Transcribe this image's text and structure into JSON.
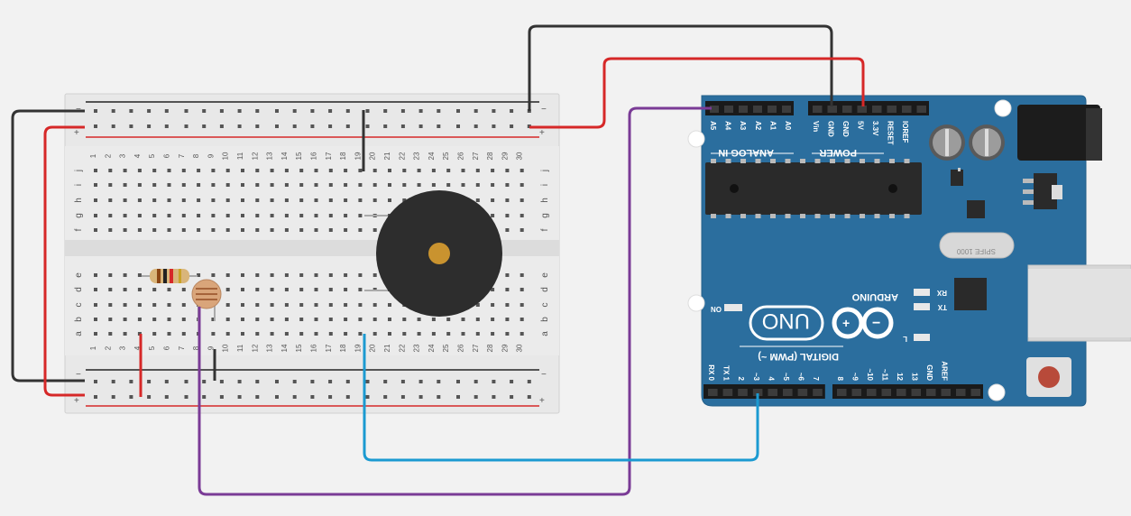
{
  "breadboard": {
    "columns": [
      "1",
      "2",
      "3",
      "4",
      "5",
      "6",
      "7",
      "8",
      "9",
      "10",
      "11",
      "12",
      "13",
      "14",
      "15",
      "16",
      "17",
      "18",
      "19",
      "20",
      "21",
      "22",
      "23",
      "24",
      "25",
      "26",
      "27",
      "28",
      "29",
      "30"
    ],
    "rows_top": [
      "j",
      "i",
      "h",
      "g",
      "f"
    ],
    "rows_bottom": [
      "e",
      "d",
      "c",
      "b",
      "a"
    ],
    "rail_minus": "−",
    "rail_plus": "+"
  },
  "arduino": {
    "board": "UNO",
    "brand": "ARDUINO",
    "analog_header": "ANALOG IN",
    "power_header": "POWER",
    "digital_header": "DIGITAL (PWM ~)",
    "analog_pins": [
      "A5",
      "A4",
      "A3",
      "A2",
      "A1",
      "A0"
    ],
    "power_pins": [
      "Vin",
      "GND",
      "GND",
      "5V",
      "3.3V",
      "RESET",
      "IOREF"
    ],
    "digital_pins_low": [
      "RX 0",
      "TX 1",
      "2",
      "~3",
      "4",
      "~5",
      "~6",
      "7"
    ],
    "digital_pins_high": [
      "8",
      "~9",
      "~10",
      "~11",
      "12",
      "13",
      "GND",
      "AREF"
    ],
    "leds": [
      "ON",
      "RX",
      "TX",
      "L"
    ],
    "crystal": "SPIFE 1000"
  },
  "wires": [
    {
      "name": "gnd-top",
      "color": "#333333"
    },
    {
      "name": "5v-top",
      "color": "#d62828"
    },
    {
      "name": "a5-signal",
      "color": "#7a3b96"
    },
    {
      "name": "pin3-buzzer",
      "color": "#1b9ad1"
    }
  ]
}
